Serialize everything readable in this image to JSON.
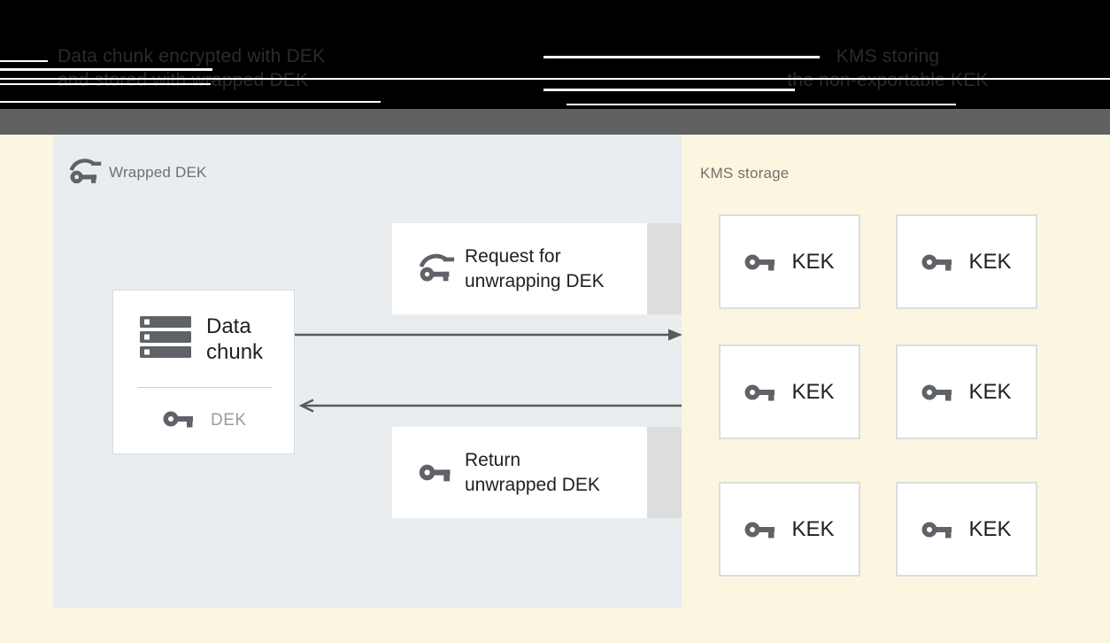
{
  "colors": {
    "background": "#fcf6e0",
    "header_bg": "#000000",
    "header_text": "#2b2b2b",
    "divider_bar": "#616161",
    "panel_bg": "#e9edf0",
    "card_bg": "#ffffff",
    "card_edge_strip": "#dddddd",
    "icon_gray": "#5f6368",
    "text_dark": "#212121",
    "panel_label_gray": "#6d7074",
    "kms_label_gray": "#74716b",
    "dek_label_gray": "#9b9b9b",
    "arrow": "#5a5a5a"
  },
  "header": {
    "left_line1": "Data chunk encrypted with DEK",
    "left_line2": "and stored with wrapped DEK",
    "right_line1": "KMS storing",
    "right_line2": "the non-exportable KEK"
  },
  "wrapped_dek_panel": {
    "label": "Wrapped DEK",
    "icon": "wrapped-key-icon",
    "data_chunk": {
      "icon": "data-stack-icon",
      "line1": "Data",
      "line2": "chunk",
      "key_icon": "key-icon",
      "key_label": "DEK"
    },
    "request": {
      "icon": "wrapped-key-icon",
      "line1": "Request for",
      "line2": "unwrapping DEK"
    },
    "return": {
      "icon": "key-icon",
      "line1": "Return",
      "line2": "unwrapped DEK"
    }
  },
  "kms_panel": {
    "label": "KMS storage",
    "keks": [
      {
        "icon": "key-icon",
        "label": "KEK"
      },
      {
        "icon": "key-icon",
        "label": "KEK"
      },
      {
        "icon": "key-icon",
        "label": "KEK"
      },
      {
        "icon": "key-icon",
        "label": "KEK"
      },
      {
        "icon": "key-icon",
        "label": "KEK"
      },
      {
        "icon": "key-icon",
        "label": "KEK"
      }
    ]
  }
}
